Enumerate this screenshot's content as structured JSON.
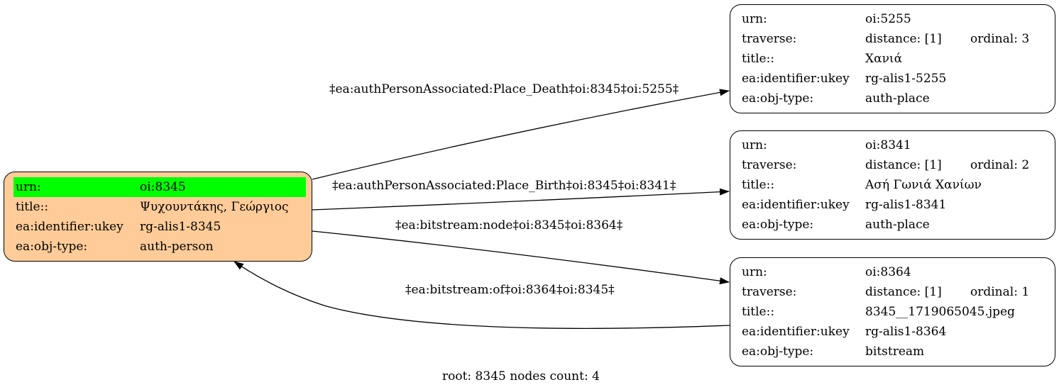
{
  "root_node": {
    "rows": [
      {
        "key": "urn:",
        "value": "oi:8345"
      },
      {
        "key": "title::",
        "value": "Ψυχουντάκης, Γεώργιος"
      },
      {
        "key": "ea:identifier:ukey",
        "value": "rg-alis1-8345"
      },
      {
        "key": "ea:obj-type:",
        "value": "auth-person"
      }
    ]
  },
  "nodes": [
    {
      "urn_key": "urn:",
      "urn": "oi:5255",
      "traverse_key": "traverse:",
      "distance": "distance: [1]",
      "ordinal": "ordinal: 3",
      "title_key": "title::",
      "title": "Χανιά",
      "ukey_key": "ea:identifier:ukey",
      "ukey": "rg-alis1-5255",
      "type_key": "ea:obj-type:",
      "type": "auth-place"
    },
    {
      "urn_key": "urn:",
      "urn": "oi:8341",
      "traverse_key": "traverse:",
      "distance": "distance: [1]",
      "ordinal": "ordinal: 2",
      "title_key": "title::",
      "title": "Ασή Γωνιά Χανίων",
      "ukey_key": "ea:identifier:ukey",
      "ukey": "rg-alis1-8341",
      "type_key": "ea:obj-type:",
      "type": "auth-place"
    },
    {
      "urn_key": "urn:",
      "urn": "oi:8364",
      "traverse_key": "traverse:",
      "distance": "distance: [1]",
      "ordinal": "ordinal: 1",
      "title_key": "title::",
      "title": "8345__1719065045.jpeg",
      "ukey_key": "ea:identifier:ukey",
      "ukey": "rg-alis1-8364",
      "type_key": "ea:obj-type:",
      "type": "bitstream"
    }
  ],
  "edges": [
    "‡ea:authPersonAssociated:Place_Death‡oi:8345‡oi:5255‡",
    "‡ea:authPersonAssociated:Place_Birth‡oi:8345‡oi:8341‡",
    "‡ea:bitstream:node‡oi:8345‡oi:8364‡",
    "‡ea:bitstream:of‡oi:8364‡oi:8345‡"
  ],
  "footer": "root: 8345 nodes count: 4",
  "colors": {
    "root_fill": "#ffcc99",
    "highlight": "#00ff00",
    "node_fill": "#ffffff",
    "stroke": "#000000"
  }
}
